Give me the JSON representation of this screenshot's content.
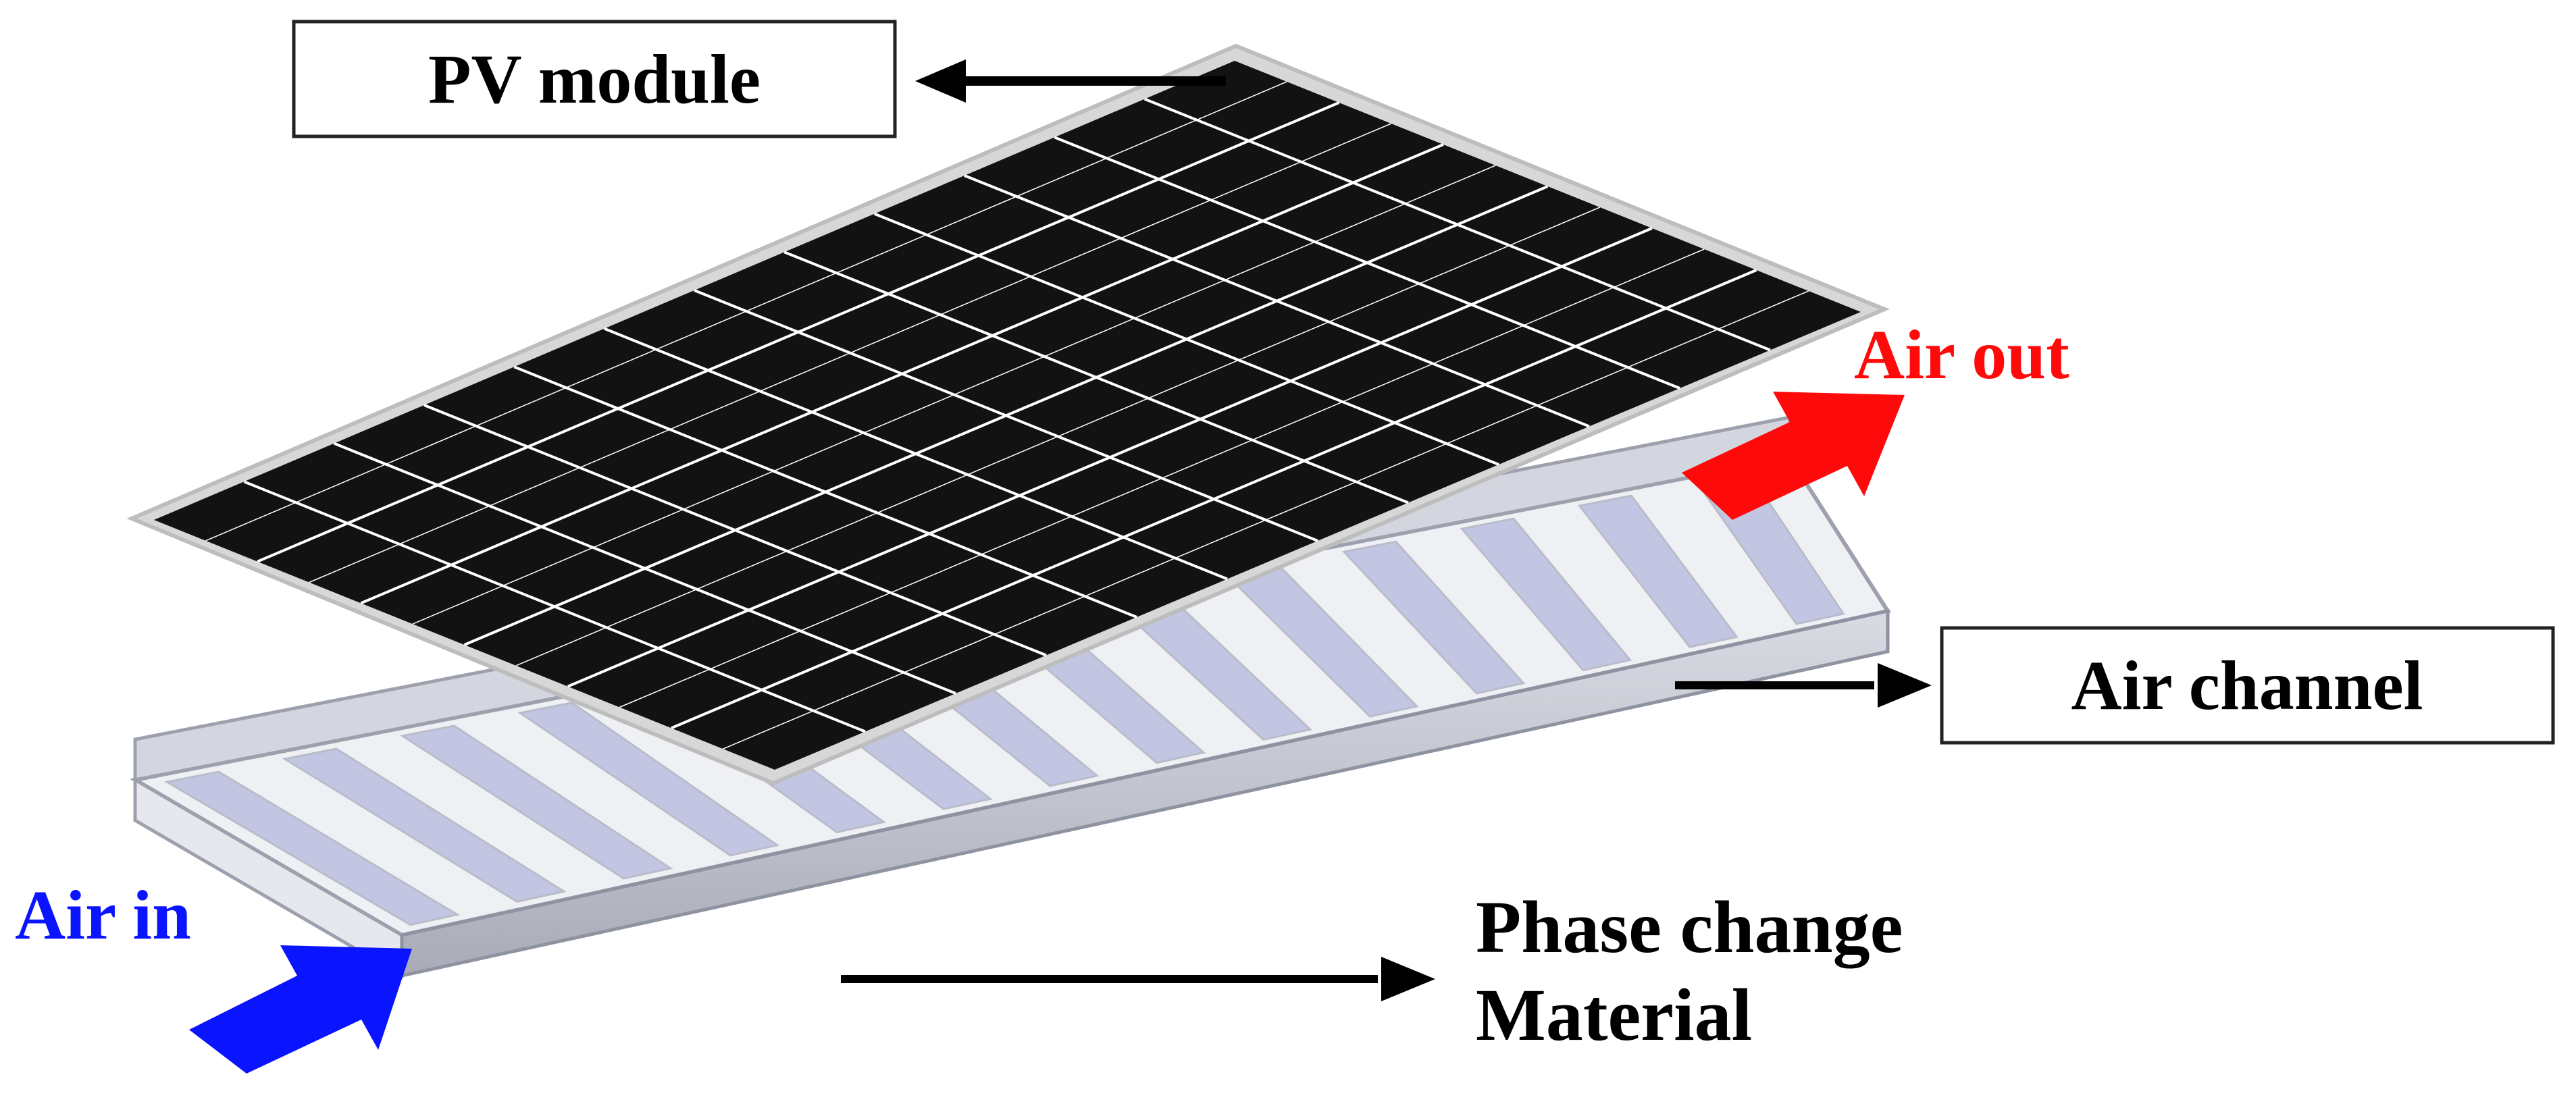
{
  "labels": {
    "pv_module": "PV module",
    "air_channel": "Air channel",
    "air_out": "Air out",
    "air_in": "Air in",
    "pcm_line1": "Phase change",
    "pcm_line2": "Material"
  },
  "colors": {
    "panel_cell": "#121212",
    "panel_frame": "#d7d7d7",
    "cell_line": "#ffffff",
    "channel_base": "#f2f3f6",
    "channel_edge": "#b9bcc9",
    "pcm_strip": "#c3c6e3",
    "air_out_arrow": "#ff0a0a",
    "air_in_arrow": "#0a14ff",
    "text": "#000000"
  },
  "panel_grid": {
    "rows": 6,
    "cols": 12
  },
  "pcm_strip_count": 14
}
